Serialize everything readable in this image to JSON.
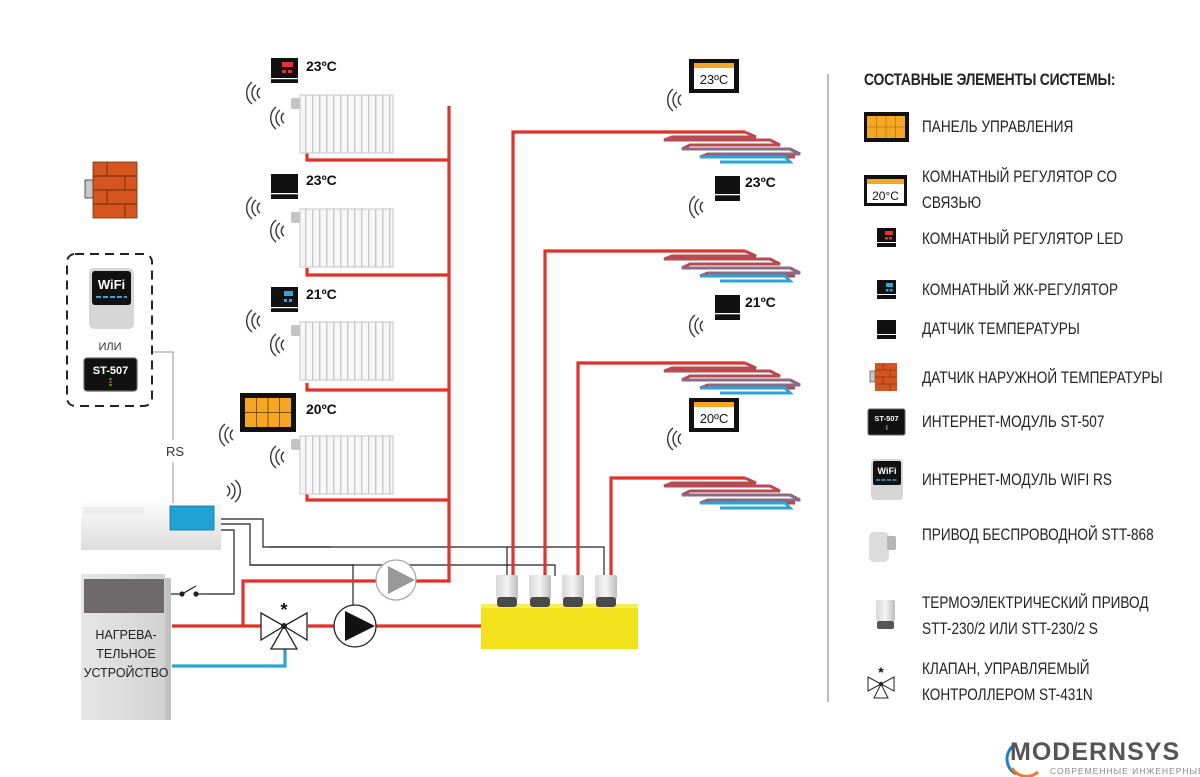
{
  "legend": {
    "title": "СОСТАВНЫЕ ЭЛЕМЕНТЫ СИСТЕМЫ:",
    "items": [
      {
        "icon": "control-panel-icon",
        "label": "ПАНЕЛЬ УПРАВЛЕНИЯ"
      },
      {
        "icon": "room-regulator-with-comm-icon",
        "label": "КОМНАТНЫЙ РЕГУЛЯТОР СО",
        "label2": "СВЯЗЬЮ",
        "icon_text": "20°C"
      },
      {
        "icon": "room-regulator-led-icon",
        "label": "КОМНАТНЫЙ РЕГУЛЯТОР LED"
      },
      {
        "icon": "room-lcd-regulator-icon",
        "label": "КОМНАТНЫЙ ЖК-РЕГУЛЯТОР"
      },
      {
        "icon": "temperature-sensor-icon",
        "label": "ДАТЧИК ТЕМПЕРАТУРЫ"
      },
      {
        "icon": "outdoor-sensor-icon",
        "label": "ДАТЧИК НАРУЖНОЙ ТЕМПЕРАТУРЫ"
      },
      {
        "icon": "st507-module-icon",
        "label": "ИНТЕРНЕТ-МОДУЛЬ ST-507",
        "icon_text": "ST-507"
      },
      {
        "icon": "wifi-module-icon",
        "label": "ИНТЕРНЕТ-МОДУЛЬ WIFI RS",
        "icon_text": "WiFi"
      },
      {
        "icon": "wireless-actuator-icon",
        "label": "ПРИВОД БЕСПРОВОДНОЙ STT-868"
      },
      {
        "icon": "thermoelectric-actuator-icon",
        "label": "ТЕРМОЭЛЕКТРИЧЕСКИЙ ПРИВОД",
        "label2": "STT-230/2 ИЛИ STT-230/2 S"
      },
      {
        "icon": "mixing-valve-icon",
        "label": "КЛАПАН, УПРАВЛЯЕМЫЙ",
        "label2": "КОНТРОЛЛЕРОМ ST-431N"
      }
    ]
  },
  "radiators": [
    {
      "controller": "room-regulator-led",
      "temperature": "23ºC"
    },
    {
      "controller": "temperature-sensor",
      "temperature": "23ºC"
    },
    {
      "controller": "room-lcd-regulator",
      "temperature": "21ºC"
    },
    {
      "controller": "control-panel",
      "temperature": "20ºC"
    }
  ],
  "floor_loops": [
    {
      "controller": "room-regulator-with-comm",
      "temperature": "23ºC",
      "display": "23ºC"
    },
    {
      "controller": "temperature-sensor",
      "temperature": "23ºC"
    },
    {
      "controller": "temperature-sensor",
      "temperature": "21ºC"
    },
    {
      "controller": "room-regulator-with-comm",
      "temperature": "20ºC",
      "display": "20ºC"
    }
  ],
  "modules": {
    "wifi_text": "WiFi",
    "or_text": "ИЛИ",
    "st507_text": "ST-507",
    "rs_label": "RS"
  },
  "heater": {
    "label": "НАГРЕВА-\nТЕЛЬНОЕ\nУСТРОЙСТВО"
  },
  "logo": {
    "name": "MODERNSYS",
    "tagline": "СОВРЕМЕННЫЕ ИНЖЕНЕРНЫЕ СИСТЕМЫ"
  },
  "colors": {
    "supply_pipe": "#e0322b",
    "return_pipe": "#2aa4d4",
    "manifold": "#f2e21b",
    "panel_orange": "#f5a623",
    "brick": "#d4551e"
  }
}
